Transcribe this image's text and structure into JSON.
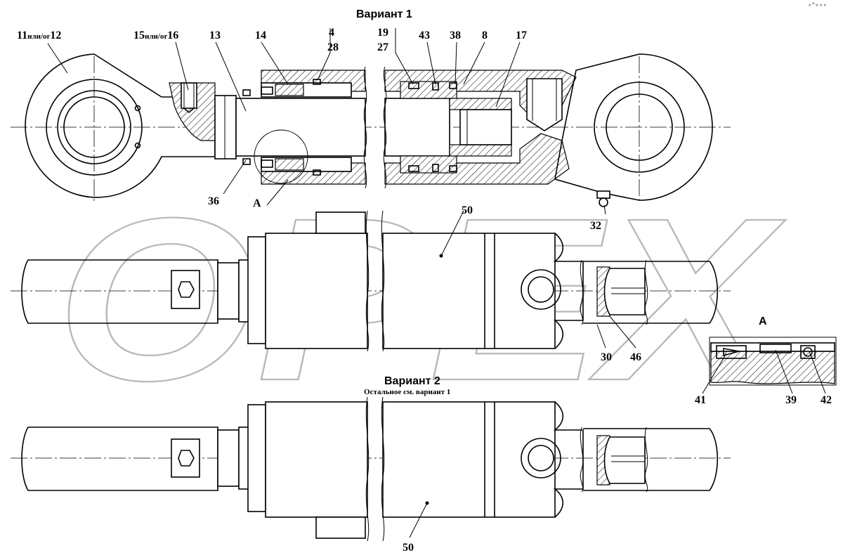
{
  "variant1": {
    "title": "Вариант 1"
  },
  "variant2": {
    "title": "Вариант 2",
    "note": "Остальное см. вариант 1"
  },
  "section_a": {
    "title": "A"
  },
  "corner_mark": "∘°∘∘∘",
  "watermark": "OPEX",
  "labels": {
    "l11": "11",
    "l11_sub": "или/or",
    "l12": "12",
    "l15": "15",
    "l15_sub": "или/or",
    "l16": "16",
    "l13": "13",
    "l14": "14",
    "l4": "4",
    "l28": "28",
    "l19": "19",
    "l27": "27",
    "l43": "43",
    "l38": "38",
    "l8": "8",
    "l17": "17",
    "l36": "36",
    "lA": "A",
    "l32": "32",
    "l50a": "50",
    "l30": "30",
    "l46": "46",
    "l41": "41",
    "l39": "39",
    "l42": "42",
    "l50b": "50"
  }
}
